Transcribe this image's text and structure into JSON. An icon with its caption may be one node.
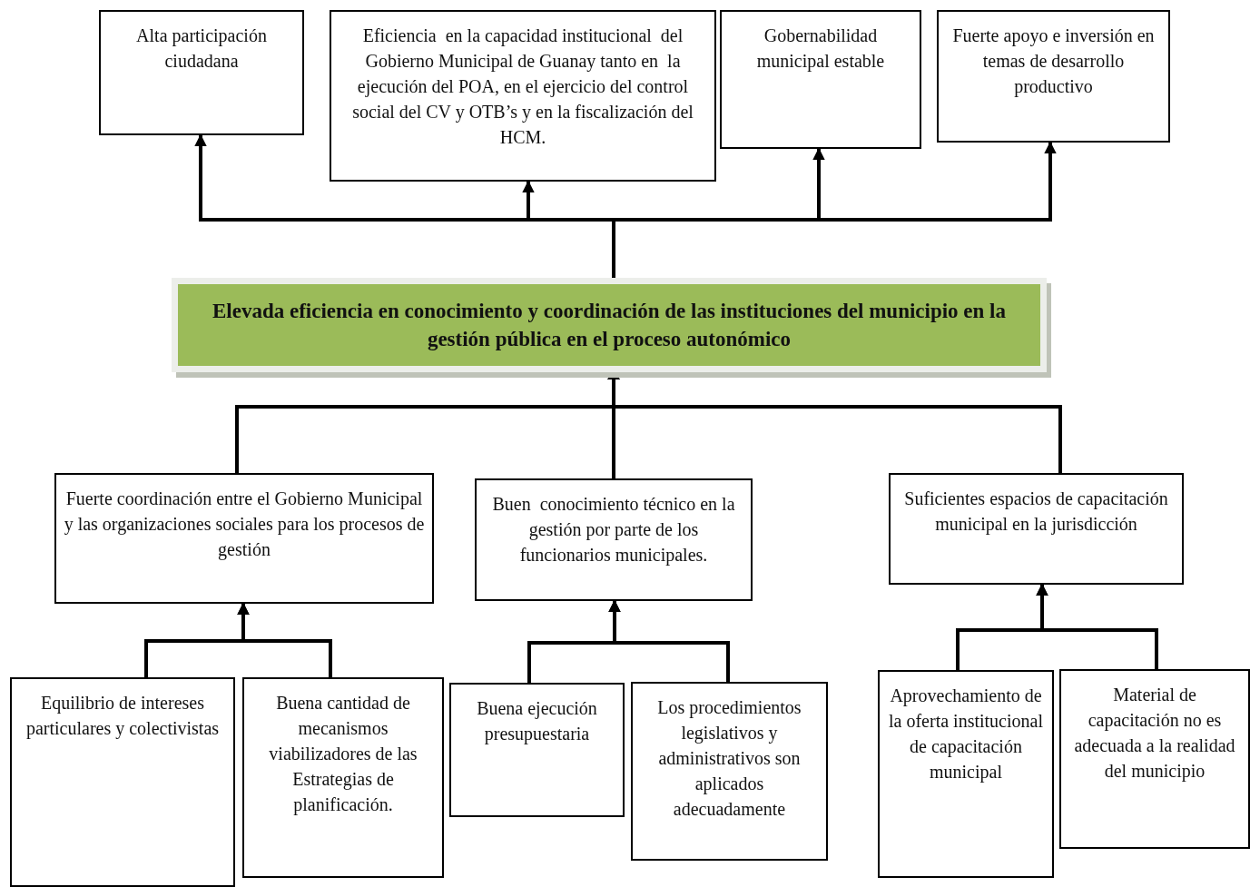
{
  "diagram": {
    "nodes": [
      {
        "text": [
          "Alta participación ciudadana"
        ]
      },
      {
        "text": [
          "Eficiencia  en la capacidad institucional  del Gobierno Municipal de Guanay tanto en  la ejecución del POA, en el ejercicio del control social del CV y OTB’s y en la fiscalización del HCM."
        ]
      },
      {
        "text": [
          "Gobernabilidad municipal estable"
        ]
      },
      {
        "text": [
          "Fuerte apoyo e inversión en temas de desarrollo productivo"
        ]
      },
      {
        "text": [
          "Elevada eficiencia en conocimiento y coordinación de las instituciones del municipio en la gestión pública en el proceso autonómico"
        ]
      },
      {
        "text": [
          "Fuerte coordinación entre el Gobierno Municipal y las organizaciones sociales para los procesos de gestión"
        ]
      },
      {
        "text": [
          "Buen  conocimiento técnico en la gestión por parte de los funcionarios municipales."
        ]
      },
      {
        "text": [
          "Suficientes espacios de capacitación municipal en la jurisdicción"
        ]
      },
      {
        "text": [
          "Equilibrio de intereses particulares y colectivistas"
        ]
      },
      {
        "text": [
          "Buena cantidad de mecanismos viabilizadores de las Estrategias de planificación."
        ]
      },
      {
        "text": [
          "Buena ejecución presupuestaria"
        ]
      },
      {
        "text": [
          "Los procedimientos legislativos y administrativos son aplicados adecuadamente"
        ]
      },
      {
        "text": [
          "Aprovechamiento de la oferta institucional de capacitación municipal"
        ]
      },
      {
        "text": [
          "Material de capacitación no es adecuada a la realidad del municipio"
        ]
      }
    ],
    "edges": [
      {
        "from": 4,
        "to": 0,
        "arrow": "to"
      },
      {
        "from": 4,
        "to": 1,
        "arrow": "to"
      },
      {
        "from": 4,
        "to": 2,
        "arrow": "to"
      },
      {
        "from": 4,
        "to": 3,
        "arrow": "to"
      },
      {
        "from": 5,
        "to": 4,
        "arrow": "to"
      },
      {
        "from": 6,
        "to": 4,
        "arrow": "to"
      },
      {
        "from": 7,
        "to": 4,
        "arrow": "to"
      },
      {
        "from": 8,
        "to": 5,
        "arrow": "to"
      },
      {
        "from": 9,
        "to": 5,
        "arrow": "to"
      },
      {
        "from": 10,
        "to": 6,
        "arrow": "to"
      },
      {
        "from": 11,
        "to": 6,
        "arrow": "to"
      },
      {
        "from": 12,
        "to": 7,
        "arrow": "to"
      },
      {
        "from": 13,
        "to": 7,
        "arrow": "to"
      }
    ]
  }
}
